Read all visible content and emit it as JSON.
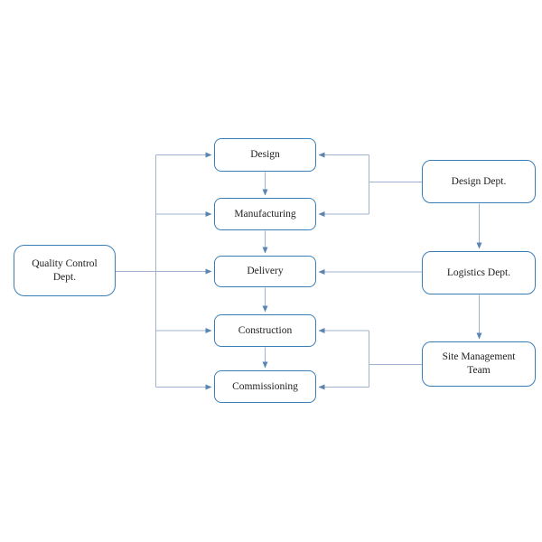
{
  "diagram": {
    "type": "flowchart",
    "background": "#ffffff",
    "nodes": {
      "design": {
        "label": "Design"
      },
      "manufacturing": {
        "label": "Manufacturing"
      },
      "delivery": {
        "label": "Delivery"
      },
      "construction": {
        "label": "Construction"
      },
      "commissioning": {
        "label": "Commissioning"
      },
      "quality_control": {
        "label": "Quality Control\nDept."
      },
      "design_dept": {
        "label": "Design Dept."
      },
      "logistics_dept": {
        "label": "Logistics Dept."
      },
      "site_management": {
        "label": "Site Management\nTeam"
      }
    },
    "edges": [
      {
        "from": "design",
        "to": "manufacturing",
        "arrow": "down"
      },
      {
        "from": "manufacturing",
        "to": "delivery",
        "arrow": "down"
      },
      {
        "from": "delivery",
        "to": "construction",
        "arrow": "down"
      },
      {
        "from": "construction",
        "to": "commissioning",
        "arrow": "down"
      },
      {
        "from": "quality_control",
        "to": "design",
        "arrow": "right"
      },
      {
        "from": "quality_control",
        "to": "manufacturing",
        "arrow": "right"
      },
      {
        "from": "quality_control",
        "to": "delivery",
        "arrow": "right"
      },
      {
        "from": "quality_control",
        "to": "construction",
        "arrow": "right"
      },
      {
        "from": "quality_control",
        "to": "commissioning",
        "arrow": "right"
      },
      {
        "from": "design_dept",
        "to": "design",
        "arrow": "left"
      },
      {
        "from": "design_dept",
        "to": "manufacturing",
        "arrow": "left"
      },
      {
        "from": "design_dept",
        "to": "logistics_dept",
        "arrow": "down"
      },
      {
        "from": "logistics_dept",
        "to": "delivery",
        "arrow": "left"
      },
      {
        "from": "logistics_dept",
        "to": "site_management",
        "arrow": "down"
      },
      {
        "from": "site_management",
        "to": "construction",
        "arrow": "left"
      },
      {
        "from": "site_management",
        "to": "commissioning",
        "arrow": "left"
      }
    ],
    "colors": {
      "node_border": "#3A7EB8",
      "node_fill": "#ffffff",
      "connector_line": "#9FB3D1",
      "arrowhead": "#5B84B1",
      "text": "#202020"
    }
  }
}
